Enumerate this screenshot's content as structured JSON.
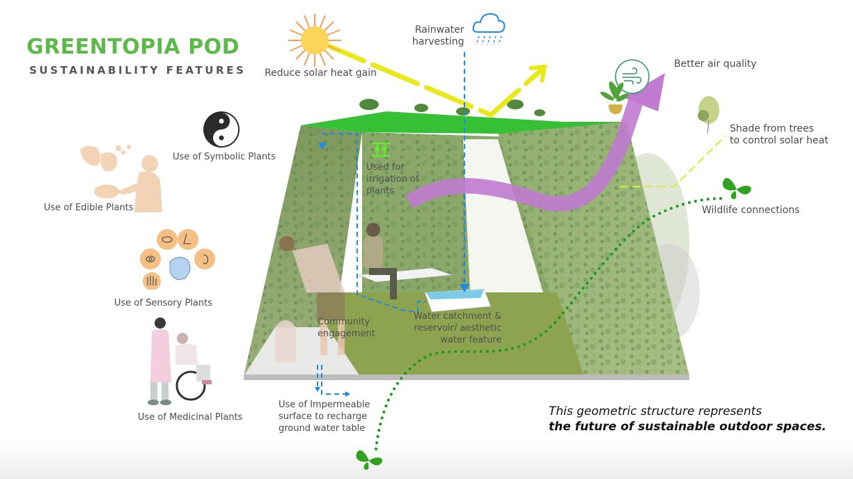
{
  "header": {
    "title": "GREENTOPIA POD",
    "subtitle": "SUSTAINABILITY FEATURES"
  },
  "colors": {
    "title_green": "#5cb94a",
    "sun_ray": "#e8e81a",
    "rain_blue": "#1e88e5",
    "air_arrow": "#c07ad0",
    "shade_line": "#d5ec38",
    "wildlife_dots": "#1c9a1c",
    "roof_green": "#35c035"
  },
  "features": {
    "solar": {
      "icon": "sun-icon",
      "label": "Reduce solar heat gain"
    },
    "rainwater": {
      "icon": "rain-cloud-icon",
      "line1": "Rainwater",
      "line2": "harvesting"
    },
    "air": {
      "icon": "wind-icon",
      "label": "Better air quality"
    },
    "shade": {
      "icon": "tree-icon",
      "line1": "Shade from trees",
      "line2": "to control solar heat"
    },
    "wildlife": {
      "icon": "butterfly-icon",
      "label": "Wildlife connections"
    },
    "symbolic": {
      "icon": "yin-yang-icon",
      "label": "Use of Symbolic Plants"
    },
    "edible": {
      "icon": "chef-icon",
      "label": "Use of Edible Plants"
    },
    "sensory": {
      "icon": "senses-icon",
      "label": "Use of Sensory Plants"
    },
    "medicinal": {
      "icon": "wheelchair-care-icon",
      "label": "Use of Medicinal Plants"
    },
    "irrigation": {
      "icon": "sprinkler-icon",
      "line1": "Used for",
      "line2": "irrigation of",
      "line3": "plants"
    },
    "community": {
      "line1": "Community",
      "line2": "engagement"
    },
    "water_catchment": {
      "line1": "Water catchment &",
      "line2": "reservoir/ aesthetic",
      "line3": "water feature"
    },
    "impermeable": {
      "line1": "Use of Impermeable",
      "line2": "surface to recharge",
      "line3": "ground water table"
    }
  },
  "tagline": {
    "line1": "This geometric structure represents",
    "line2": "the future of sustainable outdoor spaces."
  }
}
